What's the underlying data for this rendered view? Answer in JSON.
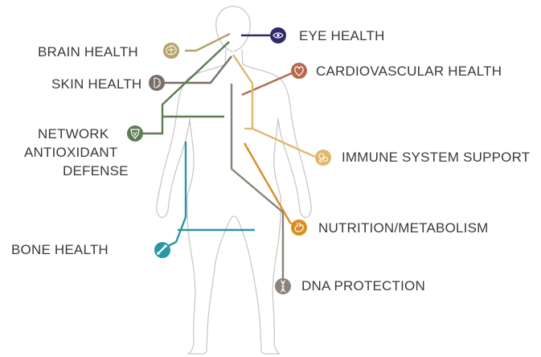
{
  "labels": {
    "eye": "EYE HEALTH",
    "brain": "BRAIN HEALTH",
    "cardio": "CARDIOVASCULAR HEALTH",
    "skin": "SKIN HEALTH",
    "network_1": "NETWORK",
    "network_2": "ANTIOXIDANT",
    "network_3": "DEFENSE",
    "immune": "IMMUNE SYSTEM SUPPORT",
    "nutrition": "NUTRITION/METABOLISM",
    "bone": "BONE HEALTH",
    "dna": "DNA PROTECTION"
  },
  "icons": {
    "eye": "eye-icon",
    "brain": "brain-icon",
    "cardio": "heart-icon",
    "skin": "face-icon",
    "network": "shield-icon",
    "immune": "cells-icon",
    "nutrition": "stomach-icon",
    "bone": "bone-icon",
    "dna": "dna-icon"
  },
  "colors": {
    "eye": "#2e2a6b",
    "brain": "#b5a26a",
    "cardio": "#b7684f",
    "skin": "#7a6e66",
    "network": "#5d7b54",
    "immune": "#e0b86b",
    "nutrition": "#d98e22",
    "bone": "#2a96a8",
    "dna": "#8c8279",
    "body_outline": "#c9c9c9"
  }
}
